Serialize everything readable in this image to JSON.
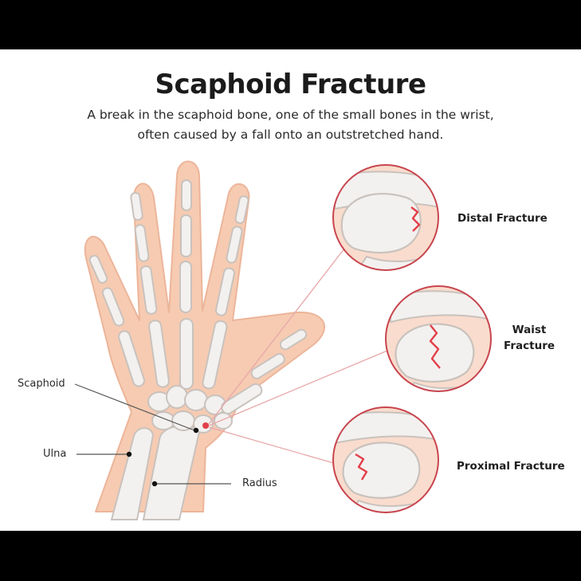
{
  "title": "Scaphoid Fracture",
  "subtitle_line1": "A break in the scaphoid bone, one of the small bones in the wrist,",
  "subtitle_line2": "often caused by a fall onto an outstretched hand.",
  "anatomy_labels": {
    "scaphoid": "Scaphoid",
    "ulna": "Ulna",
    "radius": "Radius"
  },
  "fracture_types": [
    {
      "line1": "Distal Fracture",
      "line2": ""
    },
    {
      "line1": "Waist",
      "line2": "Fracture"
    },
    {
      "line1": "Proximal Fracture",
      "line2": ""
    }
  ],
  "colors": {
    "skin": "#f6cbb2",
    "skin_outline": "#ecb59a",
    "bone": "#f3f1ef",
    "bone_outline": "#c9c2bd",
    "fracture": "#e2404a",
    "inset_border": "#c8454e",
    "inset_bg": "#f9dccd"
  }
}
